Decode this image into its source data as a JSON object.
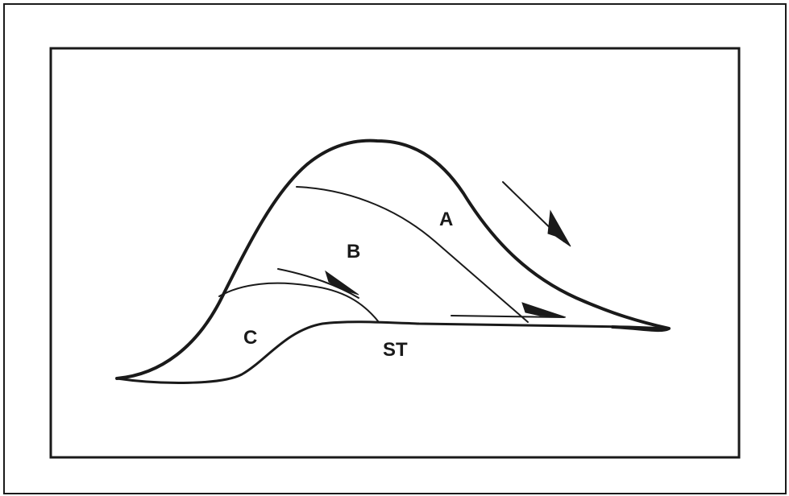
{
  "diagram": {
    "labels": {
      "a": "A",
      "b": "B",
      "c": "C",
      "st": "ST"
    },
    "colors": {
      "ink": "#1a1a1a",
      "background": "#ffffff"
    }
  }
}
